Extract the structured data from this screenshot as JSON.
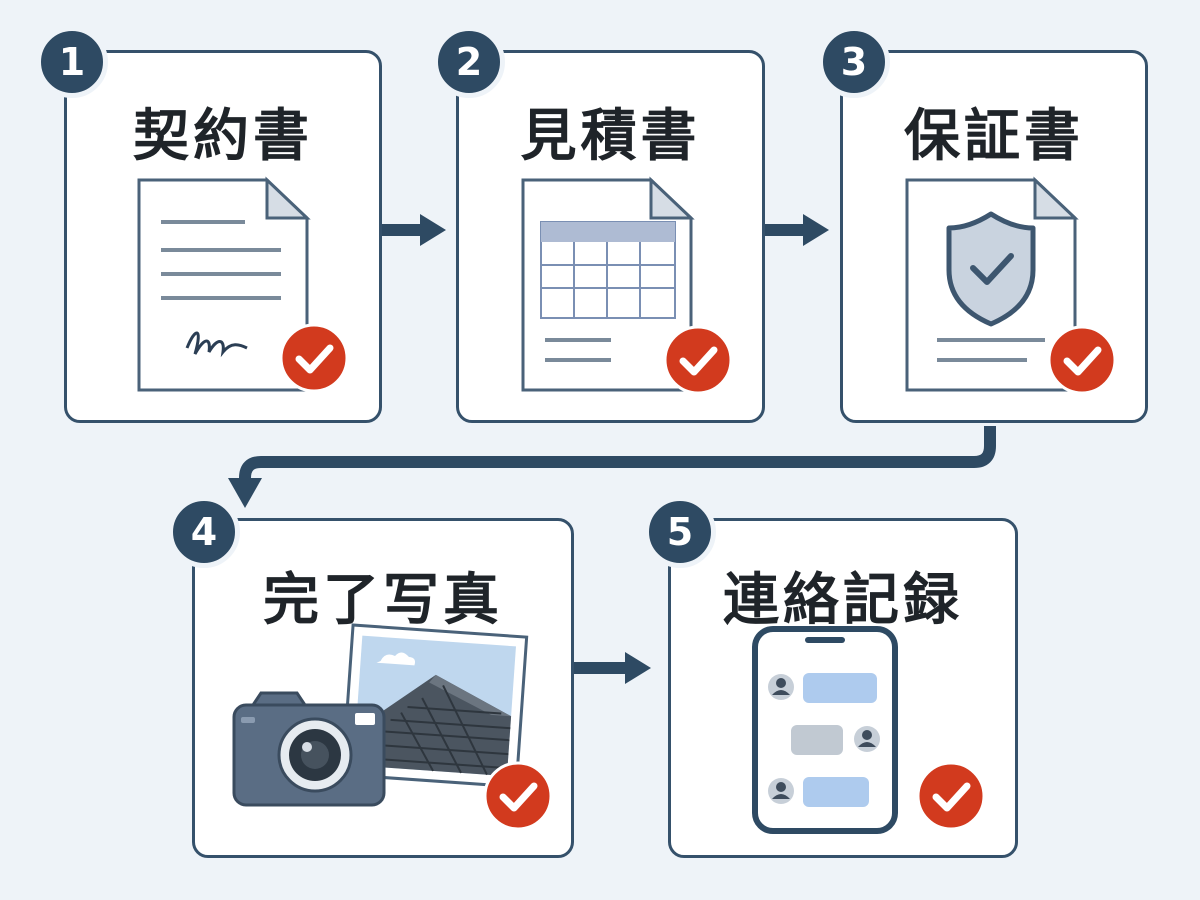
{
  "steps": [
    {
      "number": "1",
      "title": "契約書",
      "icon": "contract-document-icon"
    },
    {
      "number": "2",
      "title": "見積書",
      "icon": "estimate-table-icon"
    },
    {
      "number": "3",
      "title": "保証書",
      "icon": "warranty-shield-icon"
    },
    {
      "number": "4",
      "title": "完了写真",
      "icon": "camera-photo-icon"
    },
    {
      "number": "5",
      "title": "連絡記録",
      "icon": "smartphone-chat-icon"
    }
  ],
  "colors": {
    "card_border": "#35516b",
    "badge": "#2e4a63",
    "check": "#d23a1e",
    "arrow": "#2e4a63",
    "background": "#eef3f8"
  }
}
